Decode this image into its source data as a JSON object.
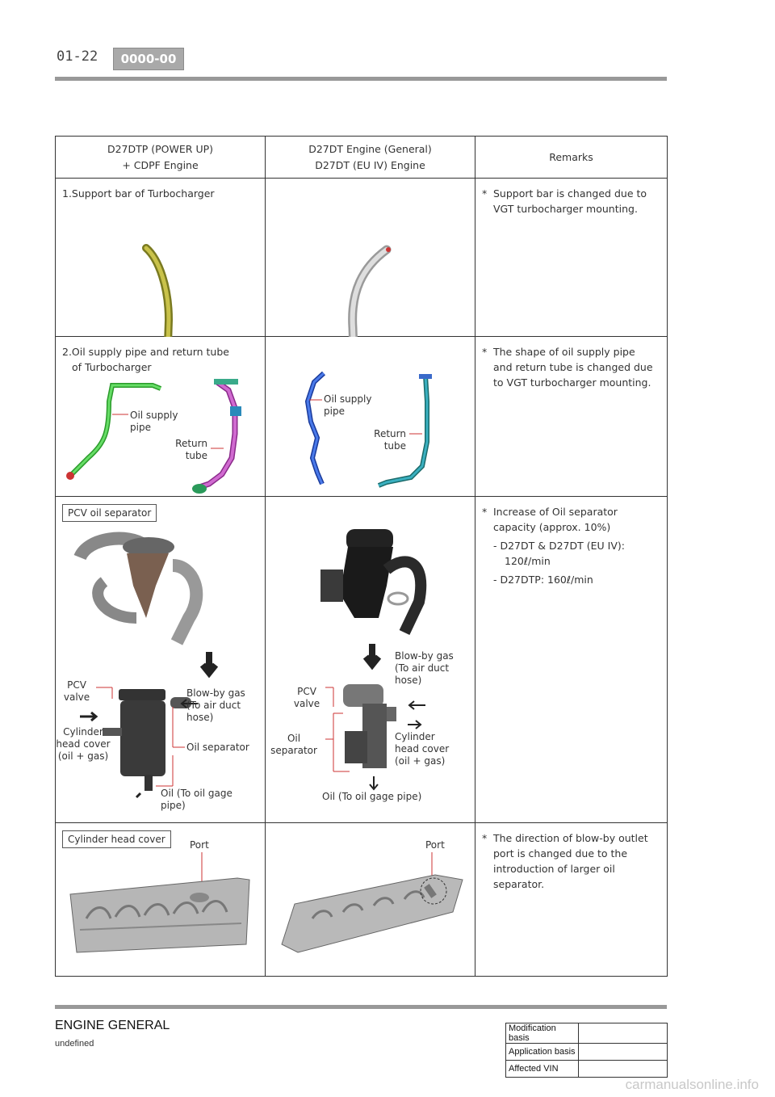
{
  "header": {
    "page_number": "01-22",
    "section_code": "0000-00"
  },
  "table": {
    "columns": [
      "D27DTP (POWER UP)",
      "+ CDPF Engine",
      "D27DT Engine (General)",
      "D27DT (EU IV) Engine",
      "Remarks"
    ],
    "rows": [
      {
        "title": [
          "1.Support bar of Turbocharger"
        ],
        "remarks": [
          "Support bar is changed due to",
          "VGT turbocharger mounting."
        ]
      },
      {
        "title": [
          "2.Oil supply pipe and return tube",
          "of Turbocharger"
        ],
        "left_labels": {
          "supply": [
            "Oil supply",
            "pipe"
          ],
          "return": [
            "Return",
            "tube"
          ]
        },
        "right_labels": {
          "supply": [
            "Oil supply",
            "pipe"
          ],
          "return": [
            "Return",
            "tube"
          ]
        },
        "remarks": [
          "The shape of oil supply pipe",
          "and return tube is changed due",
          "to VGT turbocharger mounting."
        ]
      },
      {
        "title": "PCV oil separator",
        "left_labels": {
          "pcv": [
            "PCV",
            "valve"
          ],
          "blowby": [
            "Blow-by gas",
            "(To air duct",
            "hose)"
          ],
          "cyl": [
            "Cylinder",
            "head cover",
            "(oil + gas)"
          ],
          "sep": [
            "Oil separator"
          ],
          "oil": [
            "Oil (To oil gage",
            "pipe)"
          ]
        },
        "right_labels": {
          "blowby": [
            "Blow-by gas",
            "(To air duct",
            "hose)"
          ],
          "pcv": [
            "PCV",
            "valve"
          ],
          "sep": [
            "Oil",
            "separator"
          ],
          "cyl": [
            "Cylinder",
            "head cover",
            "(oil + gas)"
          ],
          "oil": [
            "Oil (To oil gage pipe)"
          ]
        },
        "remarks": [
          "Increase of Oil separator",
          "capacity (approx. 10%)",
          "- D27DT & D27DT (EU IV):",
          "120ℓ/min",
          "- D27DTP: 160ℓ/min"
        ]
      },
      {
        "title": "Cylinder head cover",
        "left_port": "Port",
        "right_port": "Port",
        "remarks": [
          "The direction of blow-by outlet",
          "port is changed due to the",
          "introduction of larger oil",
          "separator."
        ]
      }
    ],
    "star": "*"
  },
  "footer": {
    "title": "ENGINE GENERAL",
    "subtitle": "undefined",
    "modification": [
      "Modification basis",
      "Application basis",
      "Affected VIN"
    ]
  },
  "watermark": "carmanualsonline.info"
}
